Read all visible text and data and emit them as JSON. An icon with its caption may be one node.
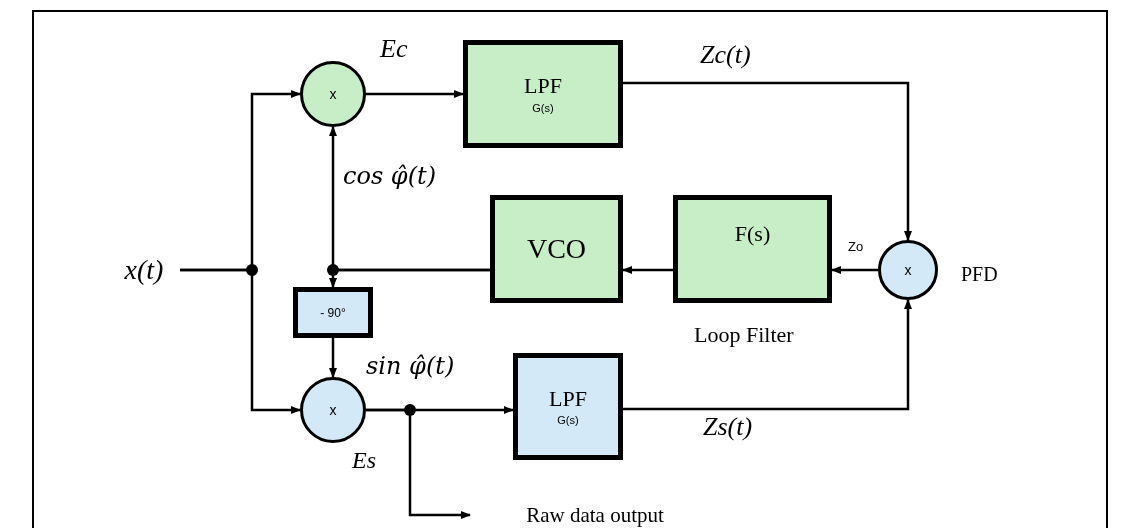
{
  "diagram": {
    "nodes": [
      {
        "text": [
          "x(t)"
        ]
      },
      {
        "text": [
          "x"
        ]
      },
      {
        "text": [
          "LPF",
          "G(s)"
        ]
      },
      {
        "text": [
          "F(s)"
        ],
        "beside": [
          "Loop Filter"
        ]
      },
      {
        "text": [
          "VCO"
        ]
      },
      {
        "text": [
          "x"
        ],
        "beside": [
          "PFD"
        ]
      },
      {
        "text": [
          "- 90°"
        ]
      },
      {
        "text": [
          "x"
        ]
      },
      {
        "text": [
          "LPF",
          "G(s)"
        ]
      },
      {
        "text": [
          "Raw data output"
        ]
      }
    ],
    "edges": [
      {
        "from": 0,
        "to": 1,
        "arrow": "to"
      },
      {
        "from": 0,
        "to": 7,
        "arrow": "to"
      },
      {
        "from": 1,
        "to": 2,
        "arrow": "to",
        "label": "Ec"
      },
      {
        "from": 2,
        "to": 5,
        "arrow": "to",
        "label": "Zc(t)"
      },
      {
        "from": 8,
        "to": 5,
        "arrow": "to",
        "label": "Zs(t)"
      },
      {
        "from": 5,
        "to": 3,
        "arrow": "to",
        "label": "Zo"
      },
      {
        "from": 3,
        "to": 4,
        "arrow": "to"
      },
      {
        "from": 4,
        "to": 1,
        "arrow": "to",
        "label": "cos φ̂(t)"
      },
      {
        "from": 4,
        "to": 6,
        "arrow": "to"
      },
      {
        "from": 6,
        "to": 7,
        "arrow": "to",
        "label": "sin φ̂(t)"
      },
      {
        "from": 7,
        "to": 8,
        "arrow": "to"
      },
      {
        "from": 7,
        "to": 9,
        "arrow": "to",
        "label": "Es"
      }
    ]
  }
}
